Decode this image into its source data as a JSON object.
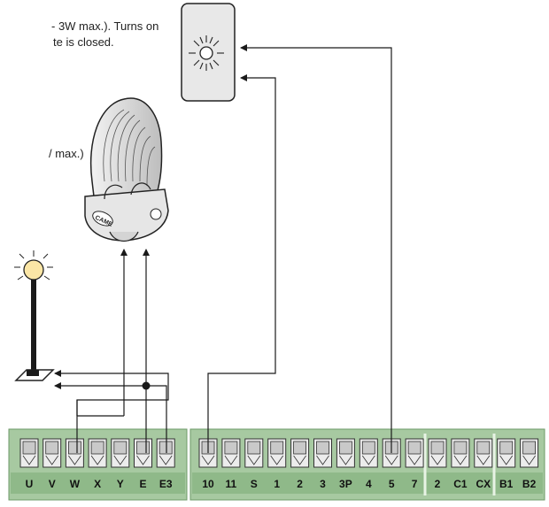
{
  "notes": {
    "line1": "- 3W max.). Turns on",
    "line2": "te is closed.",
    "line3": "/ max.)"
  },
  "devices": {
    "lamp_brand": "CAME"
  },
  "terminal_blocks": {
    "left": [
      "U",
      "V",
      "W",
      "X",
      "Y",
      "E",
      "E3"
    ],
    "right": [
      "10",
      "11",
      "S",
      "1",
      "2",
      "3",
      "3P",
      "4",
      "5",
      "7",
      "2",
      "C1",
      "CX",
      "B1",
      "B2"
    ]
  },
  "colors": {
    "block_fill": "#a7c9a1",
    "block_label_strip": "#8fb989",
    "screw": "#c9c9c9",
    "wire": "#1a1a1a",
    "lamp_globe": "#fbe6a6"
  }
}
